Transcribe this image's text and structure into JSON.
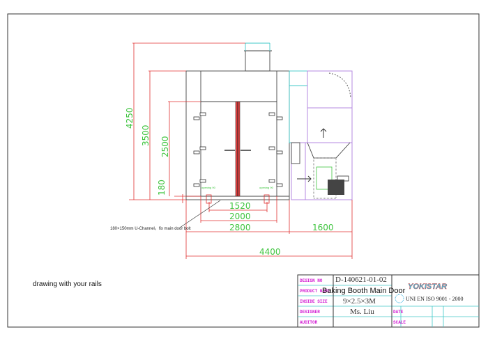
{
  "drawing": {
    "dimensions": {
      "overall_height": "4250",
      "booth_height": "3500",
      "door_height": "2500",
      "base_height": "180",
      "inner_rail": "1520",
      "door_width": "2000",
      "booth_width": "2800",
      "unit_width": "1600",
      "total_width": "4400"
    },
    "spring_labels": [
      "opening 90",
      "opening 90"
    ],
    "note": "180×150mm U-Channel，fix main door bolt",
    "caption": "drawing with your rails"
  },
  "title_block": {
    "design_no_label": "DESIGN NO",
    "design_no": "D-140621-01-02",
    "product_label": "PRODUCT NAME",
    "product": "Baking Booth Main Door",
    "inside_size_label": "INSIDE SIZE",
    "inside_size": "9×2.5×3M",
    "designer_label": "DESIGNER",
    "designer": "Ms. Liu",
    "auditor_label": "AUDITOR",
    "date_label": "DATE",
    "scale_label": "SCALE",
    "logo": "YOKISTAR",
    "cert": "UNI EN ISO 9001 - 2000"
  }
}
